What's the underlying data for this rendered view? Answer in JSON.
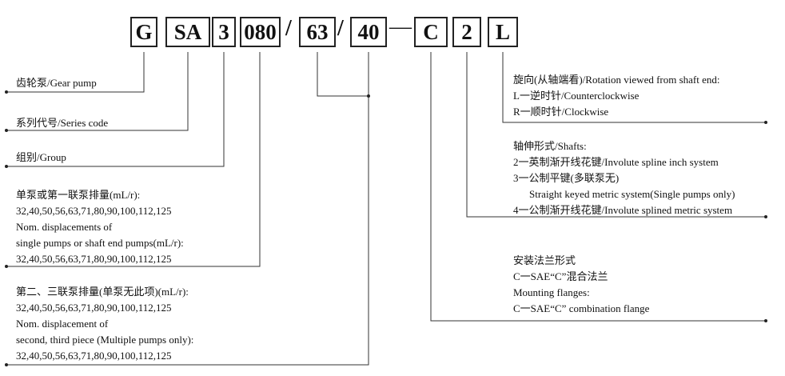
{
  "model_code": {
    "boxes": [
      "G",
      "SA",
      "3",
      "080",
      "63",
      "40",
      "C",
      "2",
      "L"
    ],
    "separators": [
      "/",
      "/",
      "—"
    ]
  },
  "left_labels": {
    "gear_pump": "齿轮泵/Gear pump",
    "series_code": "系列代号/Series code",
    "group": "组别/Group",
    "first_displacement": [
      "单泵或第一联泵排量(mL/r):",
      "32,40,50,56,63,71,80,90,100,112,125",
      "Nom. displacements of",
      "single pumps or shaft end pumps(mL/r):",
      "32,40,50,56,63,71,80,90,100,112,125"
    ],
    "second_third_displacement": [
      "第二、三联泵排量(单泵无此项)(mL/r):",
      "32,40,50,56,63,71,80,90,100,112,125",
      "Nom. displacement of",
      "second, third piece (Multiple pumps only):",
      "32,40,50,56,63,71,80,90,100,112,125"
    ]
  },
  "right_labels": {
    "rotation": [
      "旋向(从轴端看)/Rotation viewed from shaft end:",
      "L一逆时针/Counterclockwise",
      "R一顺时针/Clockwise"
    ],
    "shafts": [
      "轴伸形式/Shafts:",
      "2一英制渐开线花键/Involute spline inch system",
      "3一公制平键(多联泵无)",
      "Straight keyed metric system(Single pumps only)",
      "4一公制渐开线花键/Involute splined metric system"
    ],
    "flanges": [
      "安装法兰形式",
      "C一SAE“C”混合法兰",
      "Mounting flanges:",
      "C一SAE“C”  combination flange"
    ]
  }
}
